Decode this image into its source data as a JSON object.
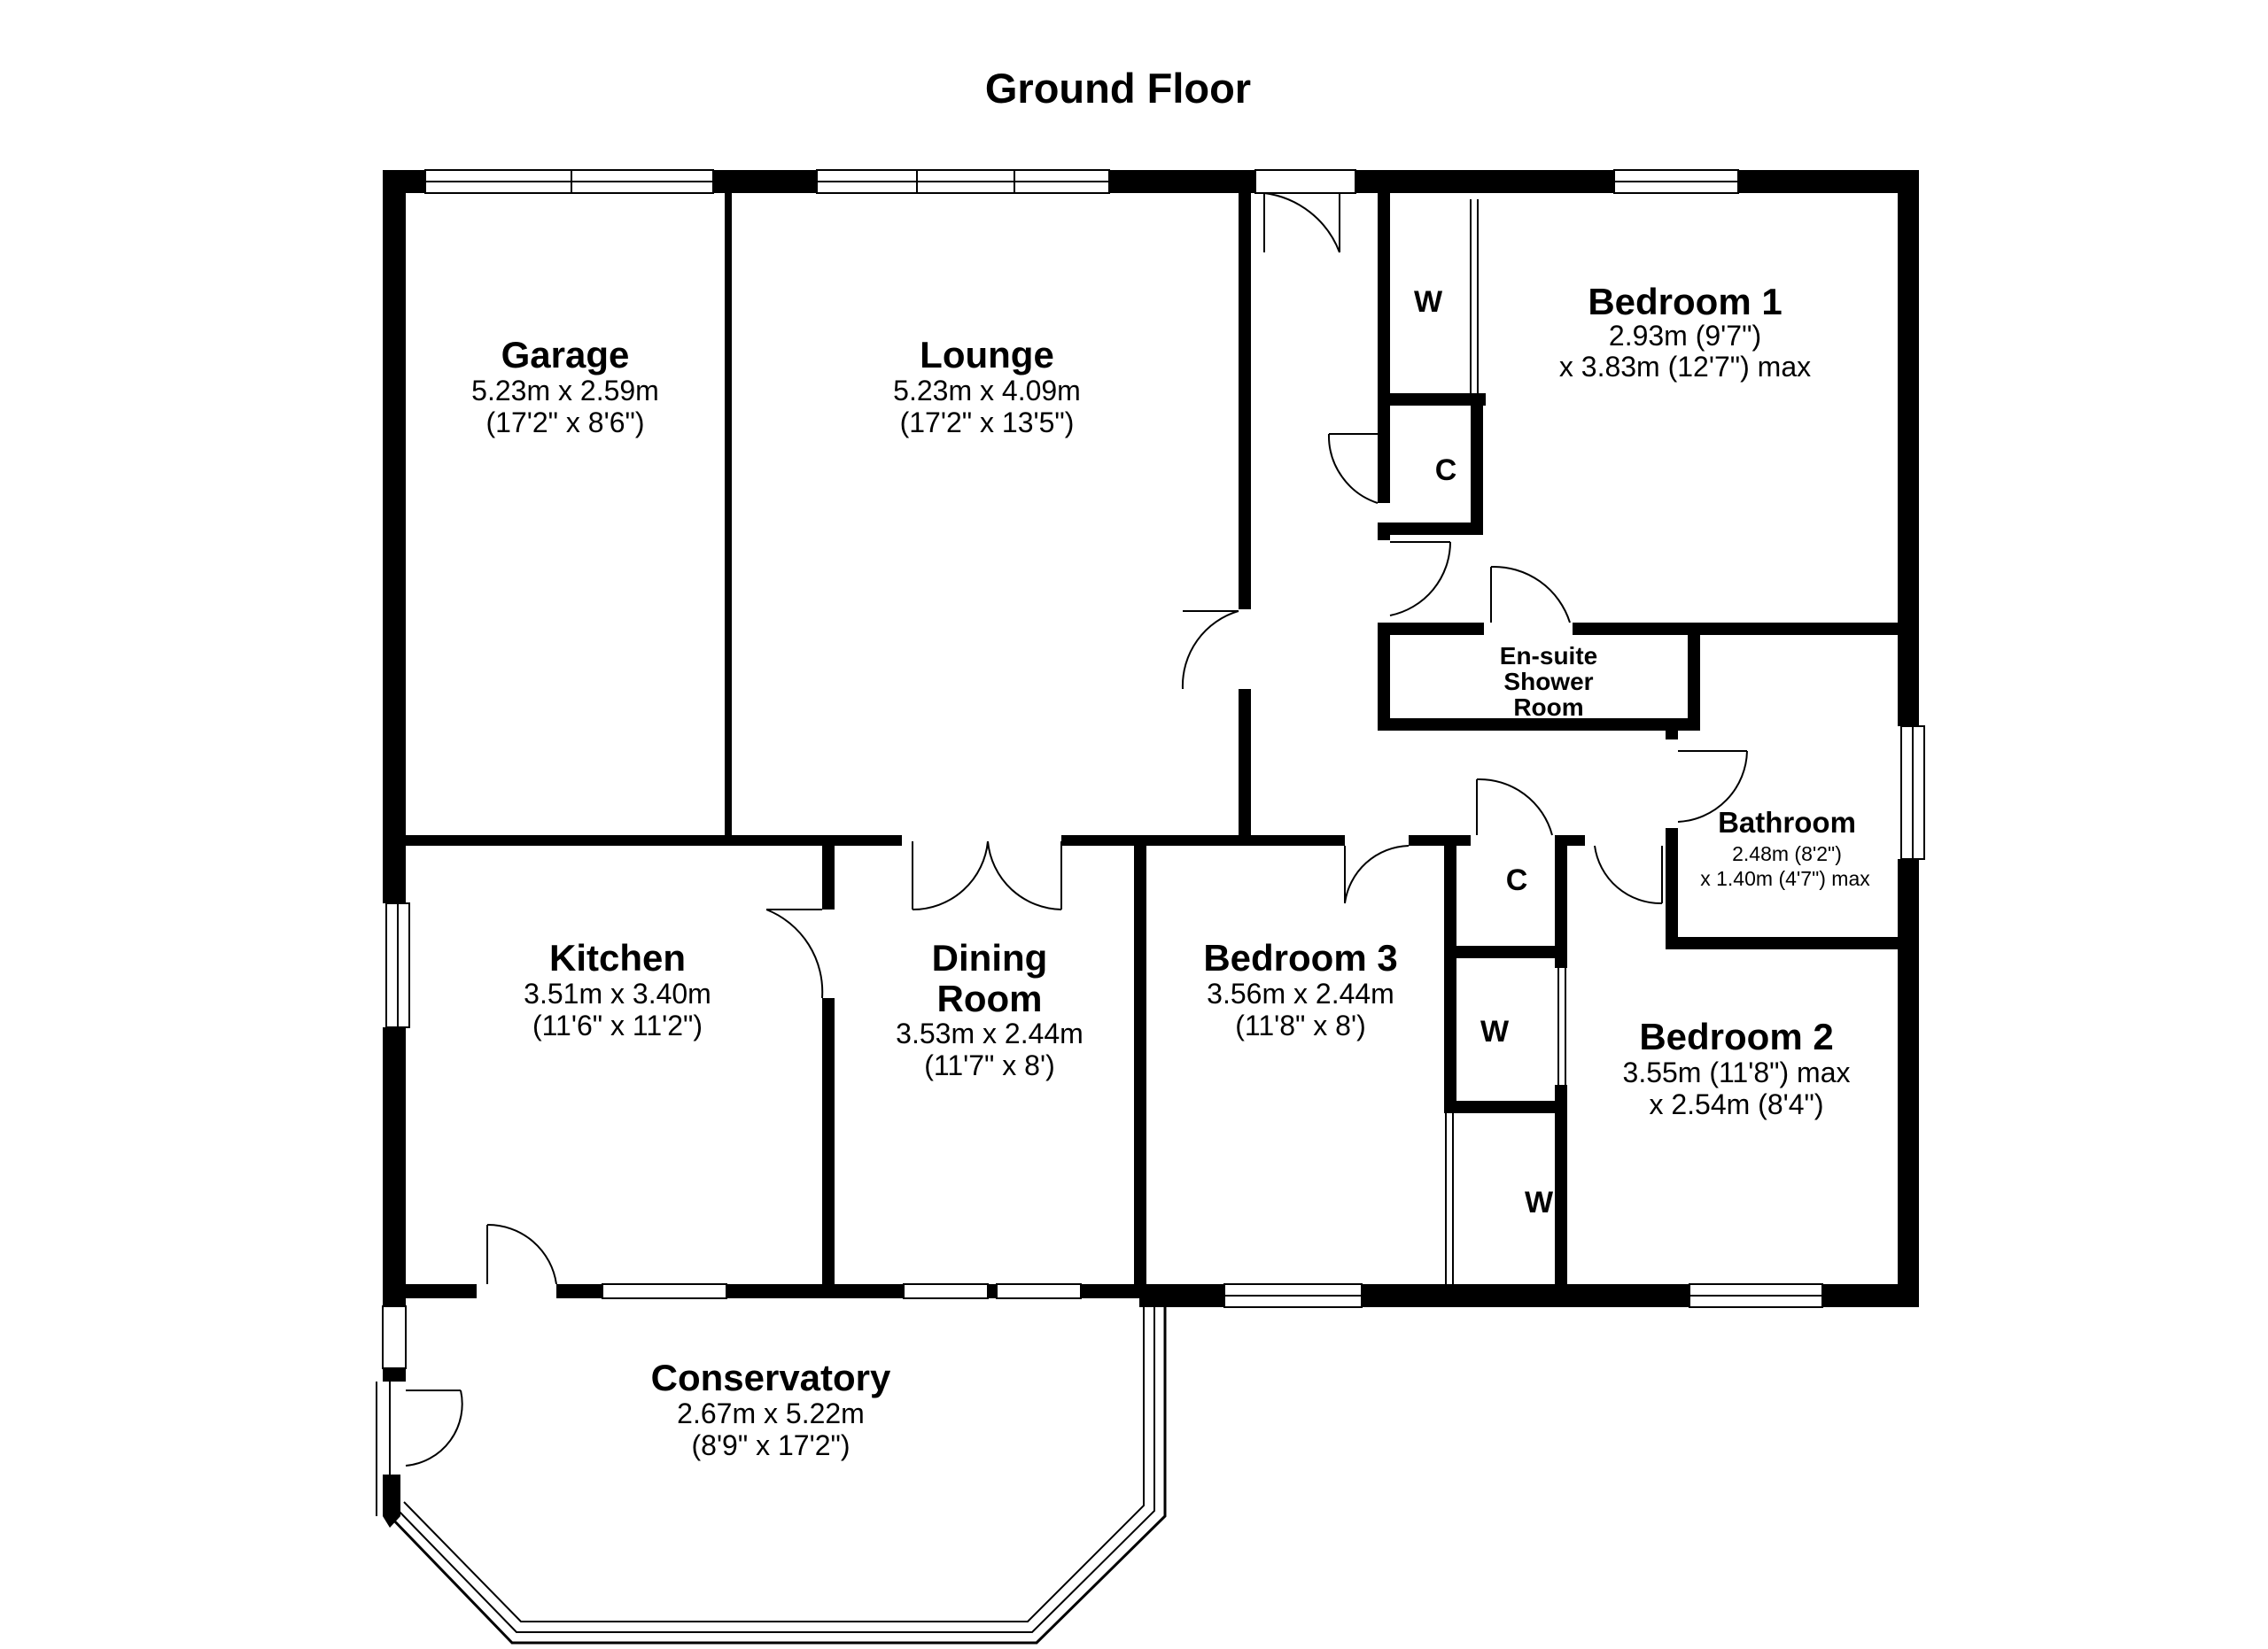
{
  "title": "Ground Floor",
  "rooms": {
    "garage": {
      "name": "Garage",
      "dim1": "5.23m x 2.59m",
      "dim2": "(17'2\" x 8'6\")"
    },
    "lounge": {
      "name": "Lounge",
      "dim1": "5.23m x 4.09m",
      "dim2": "(17'2\" x 13'5\")"
    },
    "bedroom1": {
      "name": "Bedroom 1",
      "dim1": "2.93m (9'7\")",
      "dim2": "x 3.83m (12'7\") max"
    },
    "ensuite": {
      "line1": "En-suite",
      "line2": "Shower",
      "line3": "Room"
    },
    "bathroom": {
      "name": "Bathroom",
      "dim1": "2.48m (8'2\")",
      "dim2": "x 1.40m (4'7\") max"
    },
    "kitchen": {
      "name": "Kitchen",
      "dim1": "3.51m x 3.40m",
      "dim2": "(11'6\" x 11'2\")"
    },
    "dining": {
      "name1": "Dining",
      "name2": "Room",
      "dim1": "3.53m x 2.44m",
      "dim2": "(11'7\" x 8')"
    },
    "bedroom3": {
      "name": "Bedroom 3",
      "dim1": "3.56m x 2.44m",
      "dim2": "(11'8\" x 8')"
    },
    "bedroom2": {
      "name": "Bedroom 2",
      "dim1": "3.55m (11'8\") max",
      "dim2": "x 2.54m (8'4\")"
    },
    "conservatory": {
      "name": "Conservatory",
      "dim1": "2.67m x 5.22m",
      "dim2": "(8'9\" x 17'2\")"
    }
  },
  "markers": {
    "wardrobe_bed1": "W",
    "cupboard_hall": "C",
    "cupboard_lower": "C",
    "wardrobe_bed2_upper": "W",
    "wardrobe_bed2_lower": "W"
  }
}
